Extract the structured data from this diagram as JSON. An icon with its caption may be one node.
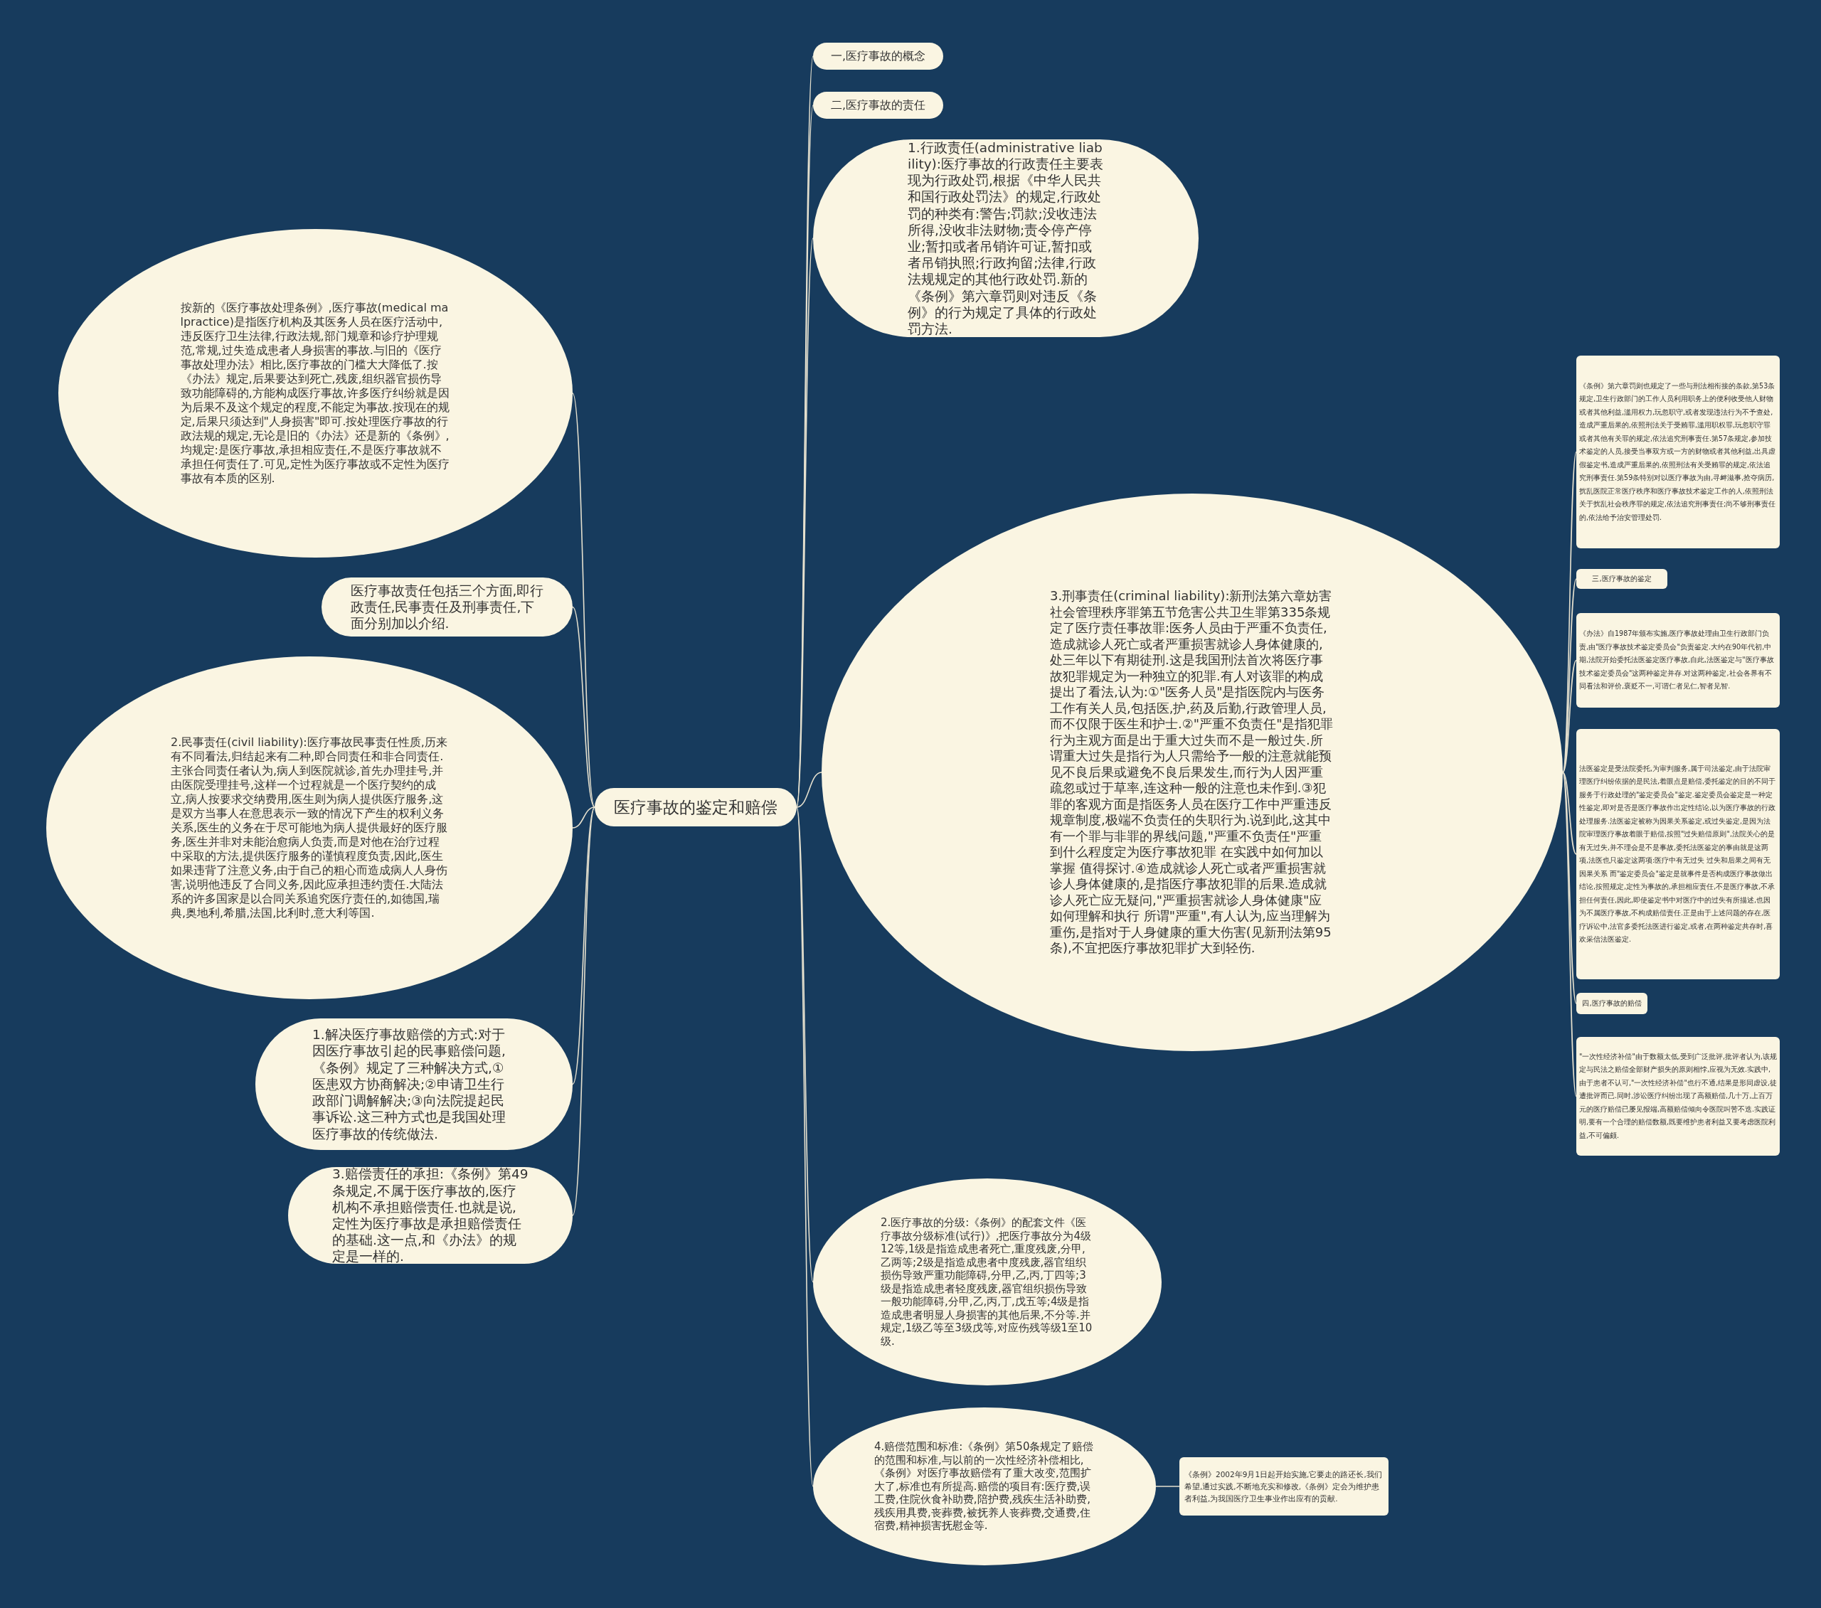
{
  "diagram": {
    "nodes": [
      {
        "text": [
          "医疗事故的鉴定和赔偿"
        ]
      },
      {
        "text": [
          "一,医疗事故的概念"
        ]
      },
      {
        "text": [
          "二,医疗事故的责任"
        ]
      },
      {
        "text": [
          "1.行政责任(administrative liability):医疗事故的行政责任主要表现为行政处罚,根据《中华人民共和国行政处罚法》的规定,行政处罚的种类有:警告;罚款;没收违法所得,没收非法财物;责令停产停业;暂扣或者吊销许可证,暂扣或者吊销执照;行政拘留;法律,行政法规规定的其他行政处罚.新的《条例》第六章罚则对违反《条例》的行为规定了具体的行政处罚方法."
        ]
      },
      {
        "text": [
          "3.刑事责任(criminal liability):新刑法第六章妨害社会管理秩序罪第五节危害公共卫生罪第335条规定了医疗责任事故罪:医务人员由于严重不负责任,造成就诊人死亡或者严重损害就诊人身体健康的,处三年以下有期徒刑.这是我国刑法首次将医疗事故犯罪规定为一种独立的犯罪.有人对该罪的构成提出了看法,认为:①\"医务人员\"是指医院内与医务工作有关人员,包括医,护,药及后勤,行政管理人员,而不仅限于医生和护士.②\"严重不负责任\"是指犯罪行为主观方面是出于重大过失而不是一般过失.所谓重大过失是指行为人只需给予一般的注意就能预见不良后果或避免不良后果发生,而行为人因严重疏忽或过于草率,连这种一般的注意也未作到.③犯罪的客观方面是指医务人员在医疗工作中严重违反规章制度,极端不负责任的失职行为.说到此,这其中有一个罪与非罪的界线问题,\"严重不负责任\"严重到什么程度定为医疗事故犯罪 在实践中如何加以掌握 值得探讨.④造成就诊人死亡或者严重损害就诊人身体健康的,是指医疗事故犯罪的后果.造成就诊人死亡应无疑问,\"严重损害就诊人身体健康\"应如何理解和执行 所谓\"严重\",有人认为,应当理解为重伤,是指对于人身健康的重大伤害(见新刑法第95条),不宜把医疗事故犯罪扩大到轻伤."
        ]
      },
      {
        "text": [
          "《条例》第六章罚则也规定了一些与刑法相衔接的条款,第53条规定,卫生行政部门的工作人员利用职务上的便利收受他人财物或者其他利益,滥用权力,玩忽职守,或者发现违法行为不予查处,造成严重后果的,依照刑法关于受贿罪,滥用职权罪,玩忽职守罪或者其他有关罪的规定,依法追究刑事责任.第57条规定,参加技术鉴定的人员,接受当事双方或一方的财物或者其他利益,出具虚假鉴定书,造成严重后果的,依照刑法有关受贿罪的规定,依法追究刑事责任.第59条特别对以医疗事故为由,寻衅滋事,抢夺病历,扰乱医院正常医疗秩序和医疗事故技术鉴定工作的人,依照刑法关于扰乱社会秩序罪的规定,依法追究刑事责任;尚不够刑事责任的,依法给予治安管理处罚."
        ]
      },
      {
        "text": [
          "三,医疗事故的鉴定"
        ]
      },
      {
        "text": [
          "《办法》自1987年颁布实施,医疗事故处理由卫生行政部门负责,由\"医疗事故技术鉴定委员会\"负责鉴定.大约在90年代初,中期,法院开始委托法医鉴定医疗事故,自此,法医鉴定与\"医疗事故技术鉴定委员会\"这两种鉴定并存.对这两种鉴定,社会各界有不同看法和评价,褒贬不一,可谓仁者见仁,智者见智."
        ]
      },
      {
        "text": [
          "法医鉴定是受法院委托,为审判服务,属于司法鉴定,由于法院审理医疗纠纷依据的是民法,着眼点是赔偿,委托鉴定的目的不同于服务于行政处理的\"鉴定委员会\"鉴定.鉴定委员会鉴定是一种定性鉴定,即对是否是医疗事故作出定性结论,以为医疗事故的行政处理服务.法医鉴定被称为因果关系鉴定,或过失鉴定,是因为法院审理医疗事故着眼于赔偿,按照\"过失赔偿原则\",法院关心的是有无过失,并不理会是不是事故,委托法医鉴定的事由就是这两项,法医也只鉴定这两项:医疗中有无过失 过失和后果之间有无因果关系 而\"鉴定委员会\"鉴定是就事件是否构成医疗事故做出结论,按照规定,定性为事故的,承担相应责任,不是医疗事故,不承担任何责任,因此,即使鉴定书中对医疗中的过失有所描述,也因为不属医疗事故,不构成赔偿责任.正是由于上述问题的存在,医疗诉讼中,法官多委托法医进行鉴定,或者,在两种鉴定共存时,喜欢采信法医鉴定."
        ]
      },
      {
        "text": [
          "四,医疗事故的赔偿"
        ]
      },
      {
        "text": [
          "\"一次性经济补偿\"由于数额太低,受到广泛批评,批评者认为,该规定与民法之赔偿全部财产损失的原则相悖,应视为无效.实践中,由于患者不认可,\"一次性经济补偿\"也行不通,结果是形同虚设,徒遭批评而已.同时,涉讼医疗纠纷出现了高额赔偿,几十万,上百万元的医疗赔偿已屡见报端,高额赔偿倾向令医院叫苦不迭.实践证明,要有一个合理的赔偿数额,既要维护患者利益又要考虑医院利益,不可偏颇."
        ]
      },
      {
        "text": [
          "2.医疗事故的分级:《条例》的配套文件《医疗事故分级标准(试行)》,把医疗事故分为4级12等,1级是指造成患者死亡,重度残废,分甲,乙两等;2级是指造成患者中度残废,器官组织损伤导致严重功能障碍,分甲,乙,丙,丁四等;3级是指造成患者轻度残废,器官组织损伤导致一般功能障碍,分甲,乙,丙,丁,戊五等;4级是指造成患者明显人身损害的其他后果,不分等.并规定,1级乙等至3级戊等,对应伤残等级1至10级."
        ]
      },
      {
        "text": [
          "4.赔偿范围和标准:《条例》第50条规定了赔偿的范围和标准,与以前的一次性经济补偿相比,《条例》对医疗事故赔偿有了重大改变,范围扩大了,标准也有所提高.赔偿的项目有:医疗费,误工费,住院伙食补助费,陪护费,残疾生活补助费,残疾用具费,丧葬费,被抚养人丧葬费,交通费,住宿费,精神损害抚慰金等."
        ]
      },
      {
        "text": [
          "《条例》2002年9月1日起开始实施,它要走的路还长,我们希望,通过实践,不断地充实和修改,《条例》定会为维护患者利益,为我国医疗卫生事业作出应有的贡献."
        ]
      },
      {
        "text": [
          "按新的《医疗事故处理条例》,医疗事故(medical malpractice)是指医疗机构及其医务人员在医疗活动中,违反医疗卫生法律,行政法规,部门规章和诊疗护理规范,常规,过失造成患者人身损害的事故.与旧的《医疗事故处理办法》相比,医疗事故的门槛大大降低了.按《办法》规定,后果要达到死亡,残废,组织器官损伤导致功能障碍的,方能构成医疗事故,许多医疗纠纷就是因为后果不及这个规定的程度,不能定为事故.按现在的规定,后果只须达到\"人身损害\"即可.按处理医疗事故的行政法规的规定,无论是旧的《办法》还是新的《条例》,均规定:是医疗事故,承担相应责任,不是医疗事故就不承担任何责任了.可见,定性为医疗事故或不定性为医疗事故有本质的区别."
        ]
      },
      {
        "text": [
          "医疗事故责任包括三个方面,即行政责任,民事责任及刑事责任,下面分别加以介绍."
        ]
      },
      {
        "text": [
          "2.民事责任(civil liability):医疗事故民事责任性质,历来有不同看法,归结起来有二种,即合同责任和非合同责任.主张合同责任者认为,病人到医院就诊,首先办理挂号,并由医院受理挂号,这样一个过程就是一个医疗契约的成立,病人按要求交纳费用,医生则为病人提供医疗服务,这是双方当事人在意思表示一致的情况下产生的权利义务关系,医生的义务在于尽可能地为病人提供最好的医疗服务,医生并非对未能治愈病人负责,而是对他在治疗过程中采取的方法,提供医疗服务的谨慎程度负责,因此,医生如果违背了注意义务,由于自己的粗心而造成病人人身伤害,说明他违反了合同义务,因此应承担违约责任.大陆法系的许多国家是以合同关系追究医疗责任的,如德国,瑞典,奥地利,希腊,法国,比利时,意大利等国."
        ]
      },
      {
        "text": [
          "1.解决医疗事故赔偿的方式:对于因医疗事故引起的民事赔偿问题,《条例》规定了三种解决方式,①医患双方协商解决;②申请卫生行政部门调解解决;③向法院提起民事诉讼.这三种方式也是我国处理医疗事故的传统做法."
        ]
      },
      {
        "text": [
          "3.赔偿责任的承担:《条例》第49条规定,不属于医疗事故的,医疗机构不承担赔偿责任.也就是说,定性为医疗事故是承担赔偿责任的基础.这一点,和《办法》的规定是一样的."
        ]
      }
    ],
    "edges": [
      {
        "from": 0,
        "to": 1,
        "arrow": "none"
      },
      {
        "from": 0,
        "to": 2,
        "arrow": "none"
      },
      {
        "from": 0,
        "to": 3,
        "arrow": "none"
      },
      {
        "from": 0,
        "to": 4,
        "arrow": "none"
      },
      {
        "from": 4,
        "to": 5,
        "arrow": "none"
      },
      {
        "from": 4,
        "to": 6,
        "arrow": "none"
      },
      {
        "from": 4,
        "to": 7,
        "arrow": "none"
      },
      {
        "from": 4,
        "to": 8,
        "arrow": "none"
      },
      {
        "from": 4,
        "to": 9,
        "arrow": "none"
      },
      {
        "from": 4,
        "to": 10,
        "arrow": "none"
      },
      {
        "from": 0,
        "to": 11,
        "arrow": "none"
      },
      {
        "from": 0,
        "to": 12,
        "arrow": "none"
      },
      {
        "from": 12,
        "to": 13,
        "arrow": "none"
      },
      {
        "from": 0,
        "to": 14,
        "arrow": "none"
      },
      {
        "from": 0,
        "to": 15,
        "arrow": "none"
      },
      {
        "from": 0,
        "to": 16,
        "arrow": "none"
      },
      {
        "from": 0,
        "to": 17,
        "arrow": "none"
      },
      {
        "from": 0,
        "to": 18,
        "arrow": "none"
      }
    ]
  }
}
